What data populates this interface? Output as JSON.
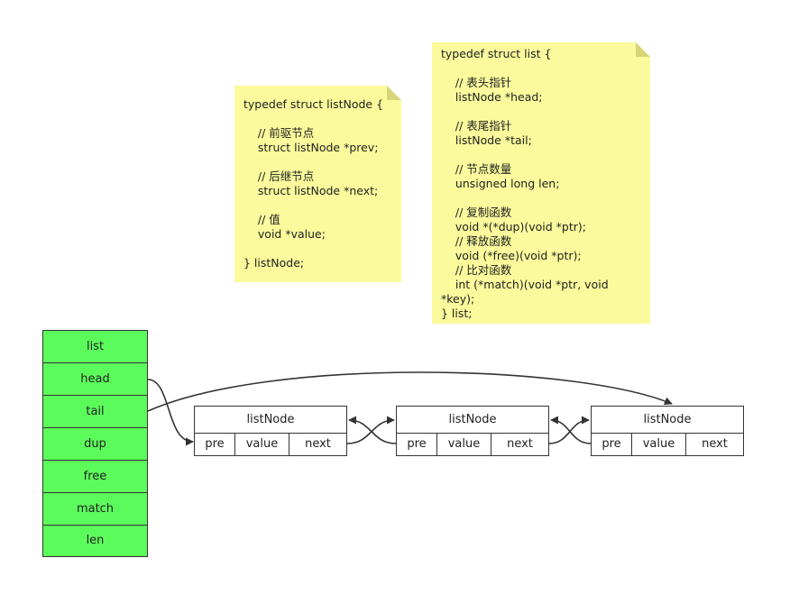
{
  "notes": {
    "list_node": {
      "lines": [
        "typedef struct listNode {",
        "",
        "    // 前驱节点",
        "    struct listNode *prev;",
        "",
        "    // 后继节点",
        "    struct listNode *next;",
        "",
        "    // 值",
        "    void *value;",
        "",
        "} listNode;"
      ]
    },
    "list": {
      "lines": [
        "typedef struct list {",
        "",
        "    // 表头指针",
        "    listNode *head;",
        "",
        "    // 表尾指针",
        "    listNode *tail;",
        "",
        "    // 节点数量",
        "    unsigned long len;",
        "",
        "    // 复制函数",
        "    void *(*dup)(void *ptr);",
        "    // 释放函数",
        "    void (*free)(void *ptr);",
        "    // 比对函数",
        "    int (*match)(void *ptr, void",
        "*key);",
        "} list;"
      ]
    }
  },
  "list_struct": {
    "fields": [
      "list",
      "head",
      "tail",
      "dup",
      "free",
      "match",
      "len"
    ]
  },
  "nodes": [
    {
      "title": "listNode",
      "pre": "pre",
      "value": "value",
      "next": "next"
    },
    {
      "title": "listNode",
      "pre": "pre",
      "value": "value",
      "next": "next"
    },
    {
      "title": "listNode",
      "pre": "pre",
      "value": "value",
      "next": "next"
    }
  ],
  "colors": {
    "note_bg": "#fbfa9c",
    "field_bg": "#5cfb5c",
    "stroke": "#333333"
  }
}
